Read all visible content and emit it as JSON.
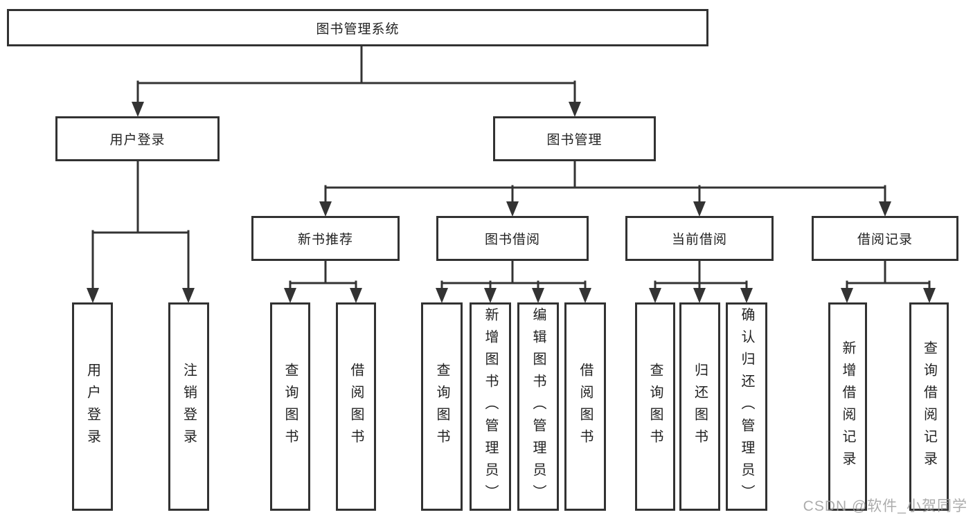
{
  "diagram": {
    "root": {
      "label": "图书管理系统"
    },
    "branches": [
      {
        "label": "用户登录",
        "children": [
          {
            "label": "用户登录"
          },
          {
            "label": "注销登录"
          }
        ]
      },
      {
        "label": "图书管理",
        "children": [
          {
            "label": "新书推荐",
            "children": [
              {
                "label": "查询图书"
              },
              {
                "label": "借阅图书"
              }
            ]
          },
          {
            "label": "图书借阅",
            "children": [
              {
                "label": "查询图书"
              },
              {
                "label": "新增图书（管理员）"
              },
              {
                "label": "编辑图书（管理员）"
              },
              {
                "label": "借阅图书"
              }
            ]
          },
          {
            "label": "当前借阅",
            "children": [
              {
                "label": "查询图书"
              },
              {
                "label": "归还图书"
              },
              {
                "label": "确认归还（管理员）"
              }
            ]
          },
          {
            "label": "借阅记录",
            "children": [
              {
                "label": "新增借阅记录"
              },
              {
                "label": "查询借阅记录"
              }
            ]
          }
        ]
      }
    ]
  },
  "watermark": {
    "text": "CSDN @软件_小贺同学"
  },
  "colors": {
    "line": "#333333",
    "text": "#222222",
    "watermark": "#9e9e9e",
    "background": "#ffffff"
  }
}
